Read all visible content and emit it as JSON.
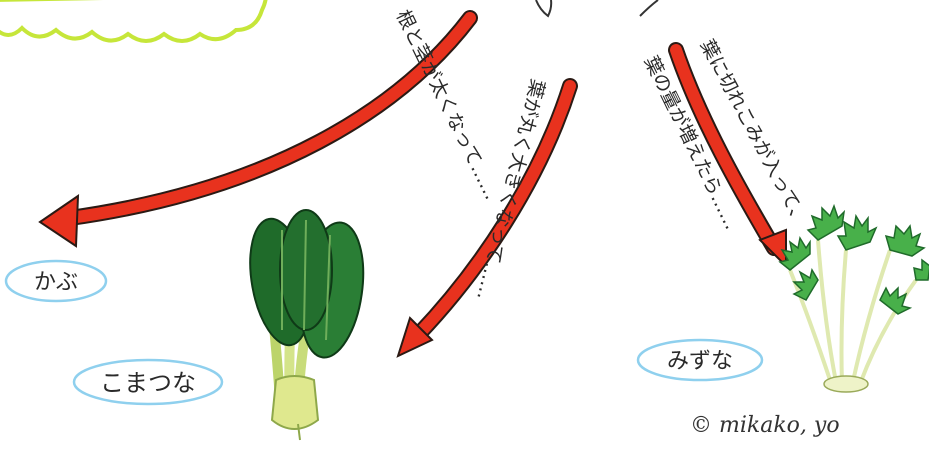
{
  "arrows": [
    {
      "id": "left",
      "caption": "根と茎が太くなって……"
    },
    {
      "id": "middle",
      "caption": "葉が丸く大きくなって……"
    },
    {
      "id": "right",
      "caption_line1": "葉に切れこみが入って、",
      "caption_line2": "葉の量が増えたら……"
    }
  ],
  "labels": {
    "kabu": "かぶ",
    "komatsuna": "こまつな",
    "mizuna": "みずな"
  },
  "copyright": "© mikako, yo",
  "colors": {
    "arrow": "#e8321e",
    "label_outline": "#8fd0ee",
    "cloud_outline": "#c6e63a",
    "leaf_dark": "#1f6b2a",
    "leaf_light": "#48b04a",
    "stem": "#d8e58a"
  }
}
